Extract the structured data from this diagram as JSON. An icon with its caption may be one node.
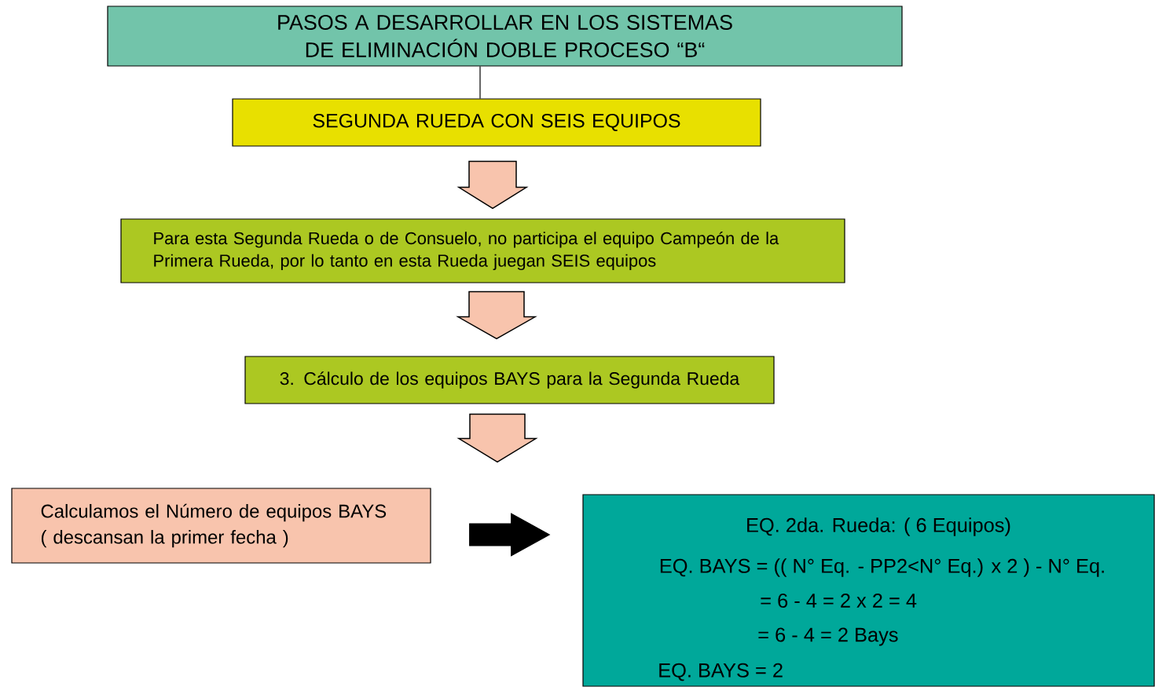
{
  "diagram": {
    "nodes": [
      {
        "text": [
          "PASOS A DESARROLLAR EN LOS SISTEMAS DE ELIMINACIÓN DOBLE PROCESO “B“"
        ]
      },
      {
        "text": [
          "SEGUNDA RUEDA CON SEIS EQUIPOS"
        ]
      },
      {
        "text": [
          "Para esta Segunda Rueda o de Consuelo, no participa el equipo Campeón de la Primera Rueda, por lo tanto en esta Rueda juegan SEIS equipos"
        ]
      },
      {
        "text": [
          "3. Cálculo de los equipos BAYS para la Segunda Rueda"
        ]
      },
      {
        "text": [
          "Calculamos el Número de equipos BAYS",
          "( descansan la primer fecha )"
        ]
      },
      {
        "text": [
          "EQ. 2da. Rueda: ( 6 Equipos)",
          "EQ. BAYS = (( N° Eq. - PP2<N° Eq.) x 2 ) - N° Eq.",
          "= 6 - 4 = 2 x 2 = 4",
          "= 6 - 4 = 2 Bays",
          "EQ. BAYS = 2"
        ]
      }
    ],
    "edges": [
      {
        "from": 0,
        "to": 1,
        "arrow": "none"
      },
      {
        "from": 1,
        "to": 2,
        "arrow": "to"
      },
      {
        "from": 2,
        "to": 3,
        "arrow": "to"
      },
      {
        "from": 3,
        "to": 4,
        "arrow": "to"
      },
      {
        "from": 4,
        "to": 5,
        "arrow": "to",
        "color": "#000000"
      }
    ]
  }
}
